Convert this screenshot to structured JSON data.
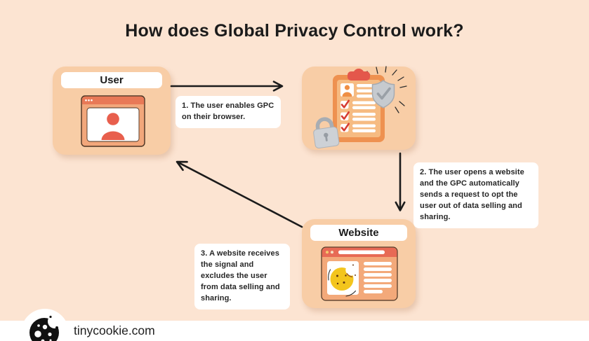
{
  "title": "How does Global Privacy Control work?",
  "nodes": {
    "user": {
      "label": "User",
      "icon": "user-browser-icon"
    },
    "gpc": {
      "icon": "gpc-clipboard-shield-lock-icon"
    },
    "website": {
      "label": "Website",
      "icon": "website-browser-cookie-icon"
    }
  },
  "steps": [
    {
      "id": 1,
      "text": "1. The user enables GPC on their browser."
    },
    {
      "id": 2,
      "text": "2. The user opens a website and the GPC automatically sends a request to opt the user out of data selling and sharing."
    },
    {
      "id": 3,
      "text": "3. A website receives the signal and excludes the user from data selling and sharing."
    }
  ],
  "footer": {
    "brand": "tinycookie.com",
    "logo": "cookie-icon"
  },
  "colors": {
    "background": "#FCE4D2",
    "node_fill": "#F8CDA6",
    "callout_bg": "#FFFFFF",
    "coral": "#E85F4D",
    "browser_orange": "#F2A77B",
    "browser_topbar": "#E87957",
    "clipboard_orange": "#EE9150",
    "clipboard_inner": "#F6BB82",
    "clip_red": "#E4574B",
    "check_red": "#D63C32",
    "shield_gray": "#C6CACF",
    "cookie_yellow": "#F3C51E",
    "arrow_black": "#1b1b1b",
    "text_dark": "#1B1B1B"
  }
}
